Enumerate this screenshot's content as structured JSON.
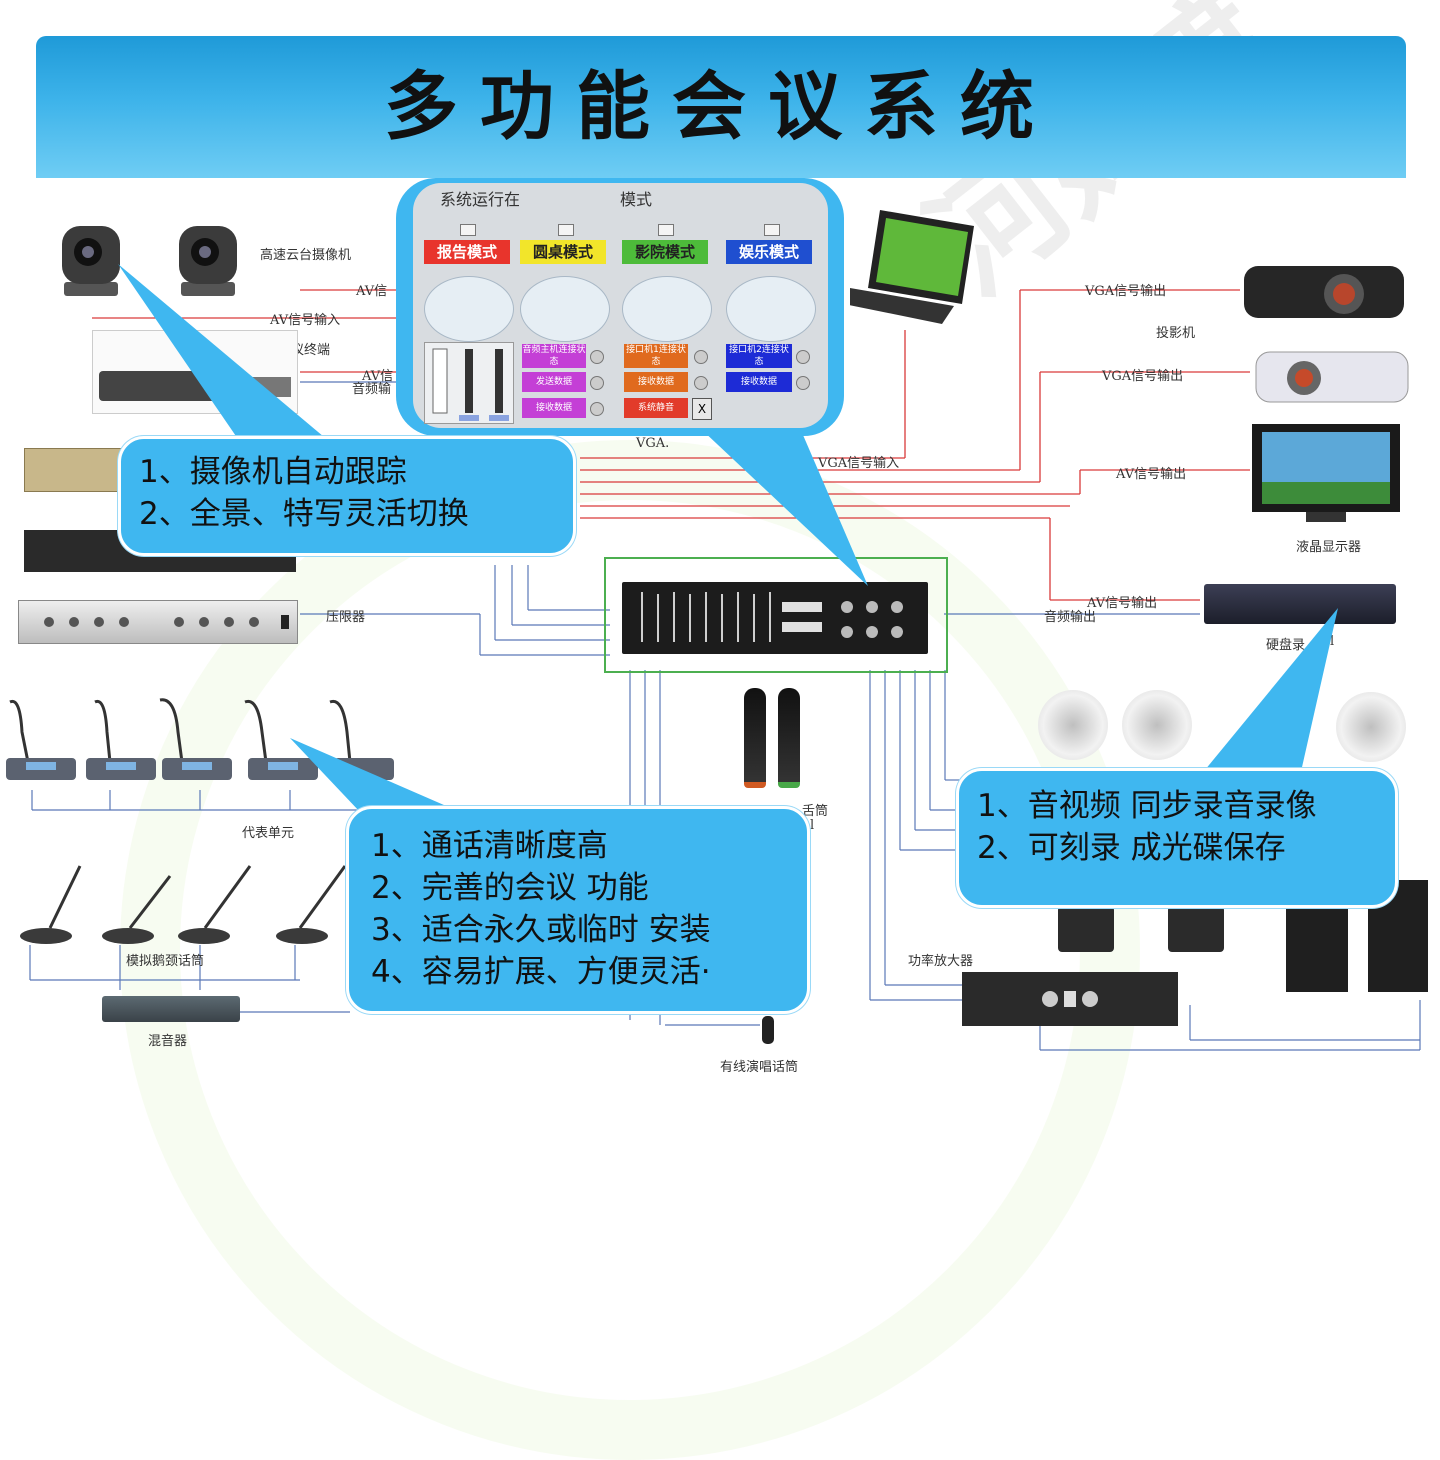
{
  "slide": {
    "title": "多功能会议系统",
    "colors": {
      "banner": "#2aa6e2",
      "callout": "#3fb7f0",
      "wire_red": "#d93a3a",
      "wire_blue": "#5a78b8",
      "mixer_box": "#4caf50"
    }
  },
  "callouts": {
    "camera": [
      "1、摄像机自动跟踪",
      "2、全景、特写灵活切换"
    ],
    "delegate": [
      "1、通话清晰度高",
      "2、完善的会议 功能",
      "3、适合永久或临时 安装",
      "4、容易扩展、方便灵活·"
    ],
    "recorder": [
      "1、音视频 同步录音录像",
      "2、可刻录 成光碟保存"
    ]
  },
  "mode_panel": {
    "header_left": "系统运行在",
    "header_right": "模式",
    "modes": [
      {
        "label": "报告模式",
        "bg": "#e8342c",
        "fg": "#ffffff"
      },
      {
        "label": "圆桌模式",
        "bg": "#f2e52a",
        "fg": "#222222"
      },
      {
        "label": "影院模式",
        "bg": "#4dbb3a",
        "fg": "#222222"
      },
      {
        "label": "娱乐模式",
        "bg": "#1f4fd0",
        "fg": "#ffffff"
      }
    ],
    "col2_buttons": [
      "音频主机连接状态",
      "发送数据",
      "接收数据"
    ],
    "col3_buttons": [
      "接口机1连接状态",
      "接收数据",
      "系统静音"
    ],
    "col4_buttons": [
      "接口机2连接状态",
      "接收数据"
    ]
  },
  "labels": {
    "ptz_camera": "高速云台摄像机",
    "av_signal_top": "AV信",
    "av_input": "AV信号输入",
    "video_terminal": "视频会议终端",
    "av_out_short": "AV信",
    "audio_out_short": "音频输",
    "vga_short": "VGA.",
    "vga_input": "VGA信号输入",
    "limiter": "压限器",
    "vga_output_1": "VGA信号输出",
    "projector": "投影机",
    "vga_output_2": "VGA信号输出",
    "av_output_1": "AV信号输出",
    "lcd": "液晶显示器",
    "av_output_2": "AV信号输出",
    "audio_output": "音频输出",
    "dvr": "硬盘录",
    "dvr_tail": "l",
    "delegate_unit": "代表单元",
    "gooseneck_mic": "模拟鹅颈话筒",
    "mixer": "混音器",
    "power_amp": "功率放大器",
    "wired_mic": "有线演唱话筒",
    "wireless_frag_1": "舌筒",
    "wireless_frag_2": "l"
  }
}
